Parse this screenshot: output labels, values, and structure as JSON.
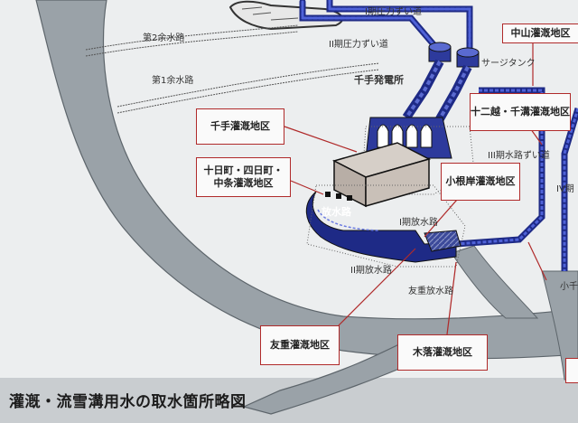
{
  "colors": {
    "board": "#eceeef",
    "river": "#9aa2a8",
    "pipe": "#2a3aa8",
    "callout_border": "#b02a2a",
    "leader": "#b02a2a"
  },
  "labels": {
    "pressure_tunnel_1": "I期圧力ずい道",
    "pressure_tunnel_2": "II期圧力ずい道",
    "spillway_2": "第2余水路",
    "spillway_1": "第1余水路",
    "surge_tank": "サージタンク",
    "power_station": "千手発電所",
    "tunnel_3": "III期水路ずい道",
    "tunnel_4": "IV期",
    "discharge_1": "I期放水路",
    "discharge_2": "II期放水路",
    "tomoe_discharge": "友重放水路",
    "discharge_pond": "放水路",
    "edge_fragment": "小千"
  },
  "callouts": {
    "nakayama": "中山灌漑地区",
    "senju": "千手灌漑地区",
    "tokamachi": "十日町・四日町・\n中条灌漑地区",
    "junikoshi": "十二越・千溝灌漑地区",
    "konegishi": "小根岸灌漑地区",
    "tomoe": "友重灌漑地区",
    "kiochi": "木落灌漑地区"
  },
  "caption": "灌漑・流雪溝用水の取水箇所略図"
}
